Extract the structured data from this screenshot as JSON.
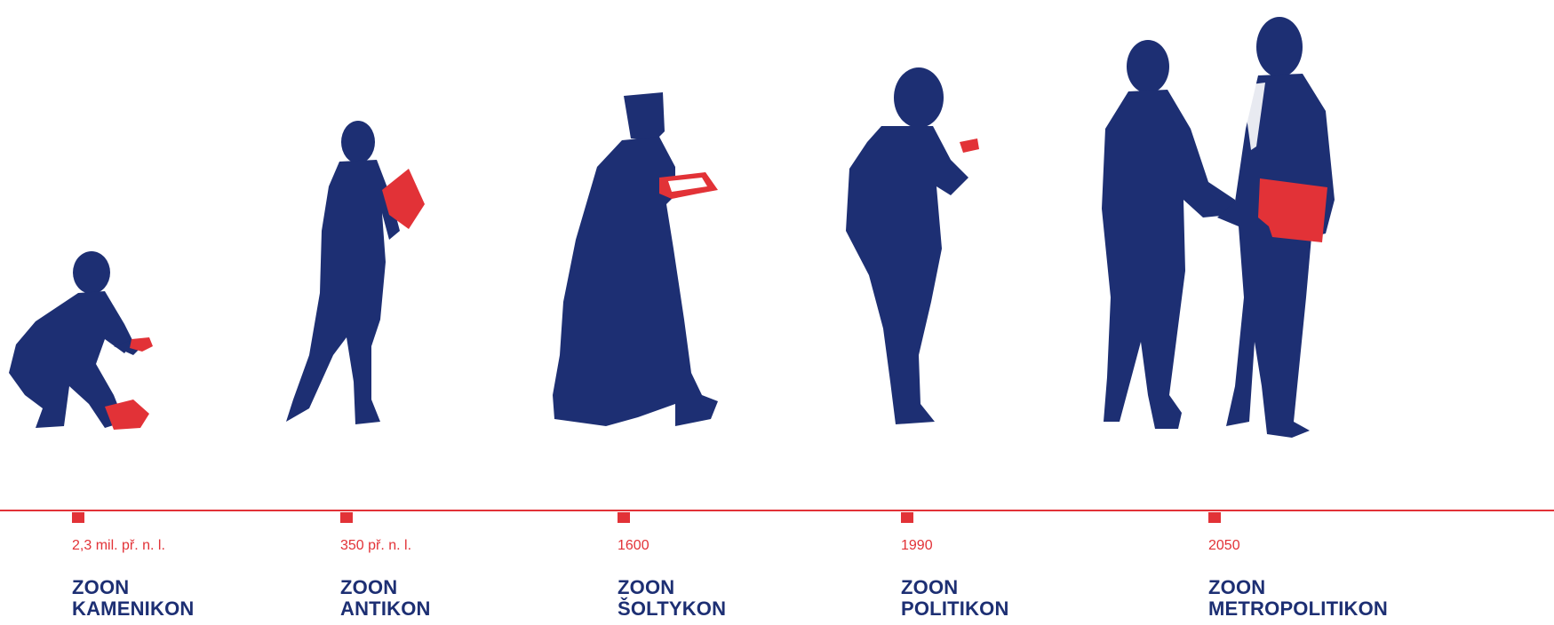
{
  "colors": {
    "navy": "#1d2f73",
    "red": "#e23237",
    "background": "#ffffff"
  },
  "stages": [
    {
      "era": "2,3 mil. př. n. l.",
      "line1": "ZOON",
      "line2": "KAMENIKON",
      "figure": "crouching-man-with-stone-icon"
    },
    {
      "era": "350 př. n. l.",
      "line1": "ZOON",
      "line2": "ANTIKON",
      "figure": "standing-man-reading-scroll-icon"
    },
    {
      "era": "1600",
      "line1": "ZOON",
      "line2": "ŠOLTYKON",
      "figure": "monk-reading-book-icon"
    },
    {
      "era": "1990",
      "line1": "ZOON",
      "line2": "POLITIKON",
      "figure": "man-with-phone-icon"
    },
    {
      "era": "2050",
      "line1": "ZOON",
      "line2": "METROPOLITIKON",
      "figure": "businessmen-handshake-icon"
    }
  ]
}
